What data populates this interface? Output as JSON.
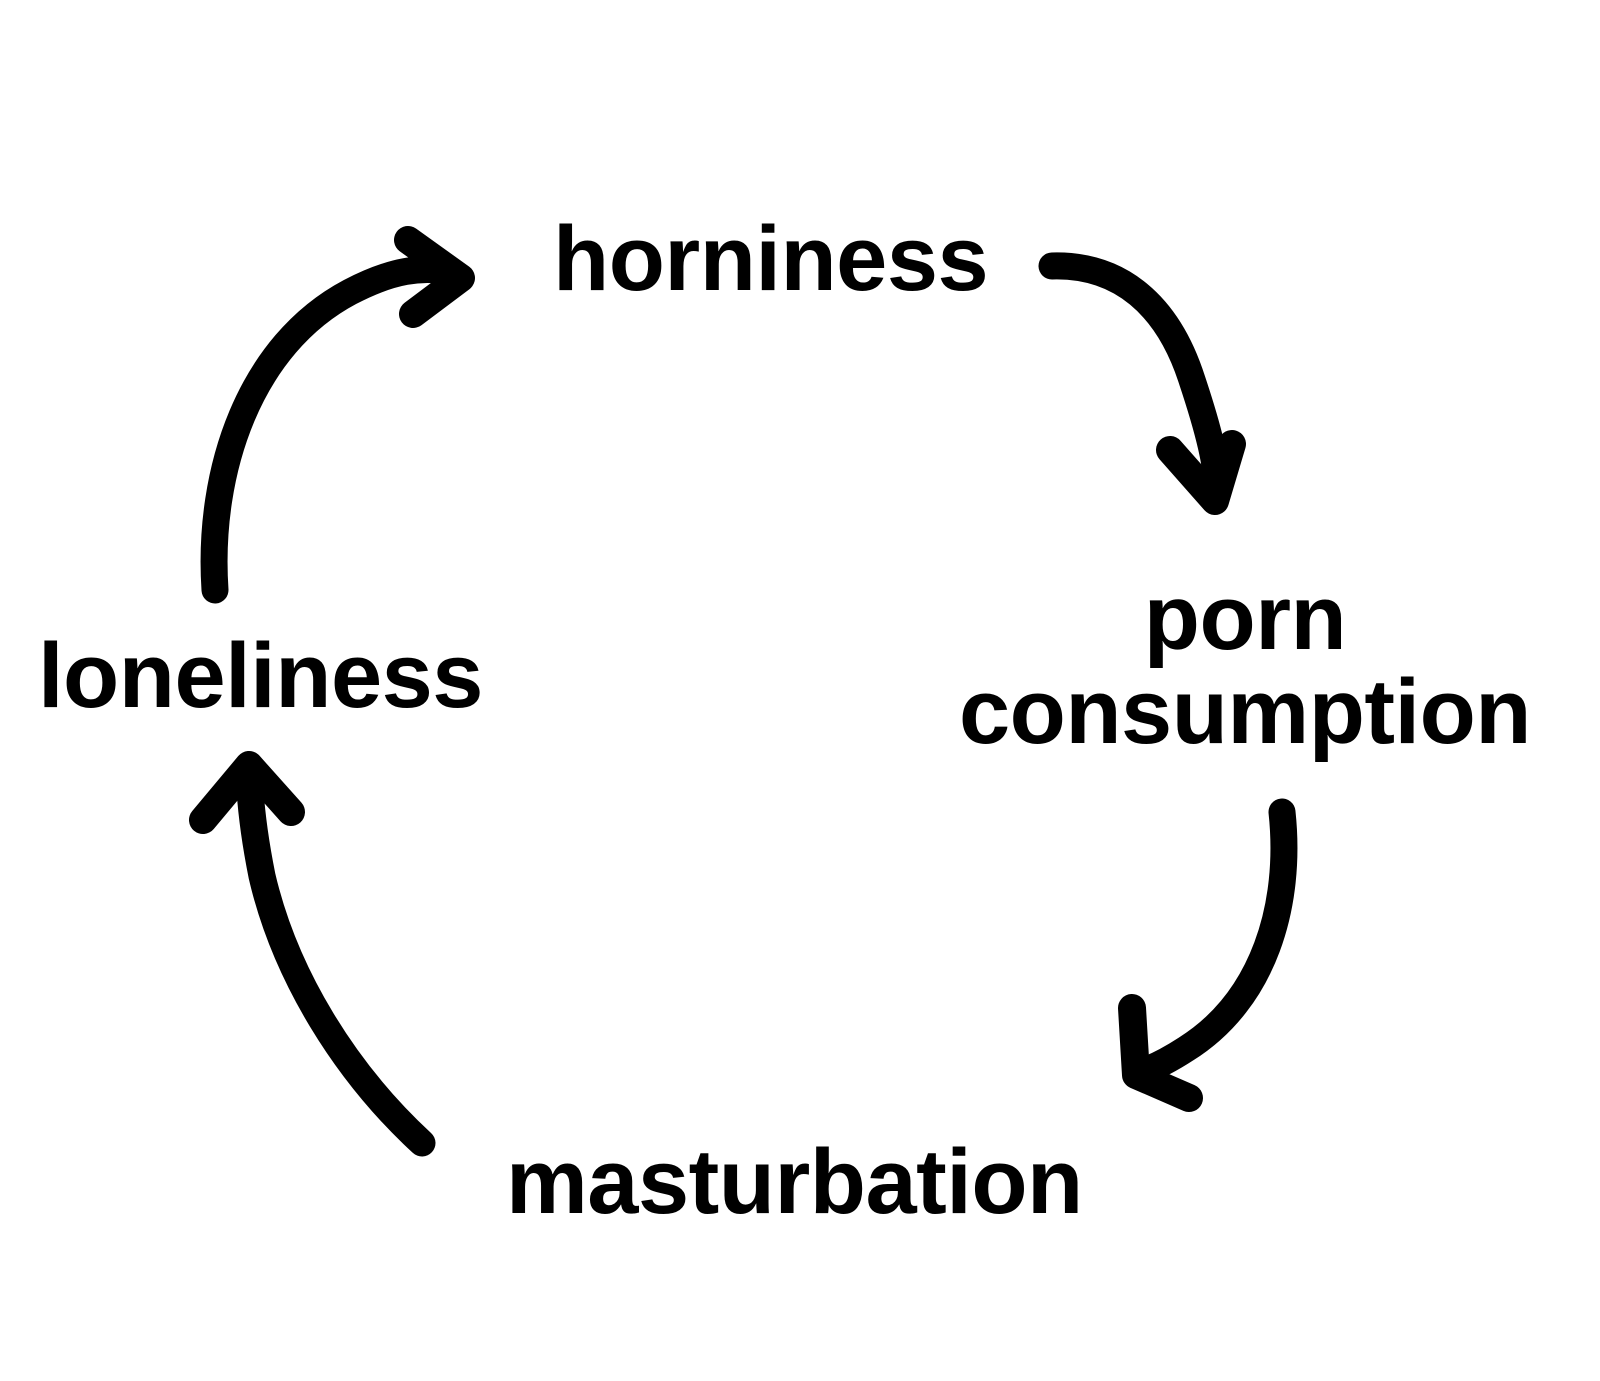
{
  "diagram": {
    "title": "",
    "type": "cycle",
    "background_color": "#ffffff",
    "stroke_color": "#000000",
    "nodes": [
      {
        "id": "horniness",
        "label": "horniness",
        "position": "top"
      },
      {
        "id": "porn-consumption",
        "label_line1": "porn",
        "label_line2": "consumption",
        "position": "right"
      },
      {
        "id": "masturbation",
        "label": "masturbation",
        "position": "bottom"
      },
      {
        "id": "loneliness",
        "label": "loneliness",
        "position": "left"
      }
    ],
    "arrows": [
      {
        "id": "horniness-to-porn",
        "from": "horniness",
        "to": "porn-consumption",
        "direction": "down-right",
        "icon": "curved-arrow-icon"
      },
      {
        "id": "porn-to-masturbation",
        "from": "porn-consumption",
        "to": "masturbation",
        "direction": "down-left",
        "icon": "curved-arrow-icon"
      },
      {
        "id": "masturbation-to-loneliness",
        "from": "masturbation",
        "to": "loneliness",
        "direction": "up-left",
        "icon": "curved-arrow-icon"
      },
      {
        "id": "loneliness-to-horniness",
        "from": "loneliness",
        "to": "horniness",
        "direction": "up-right",
        "icon": "curved-arrow-icon"
      }
    ]
  }
}
